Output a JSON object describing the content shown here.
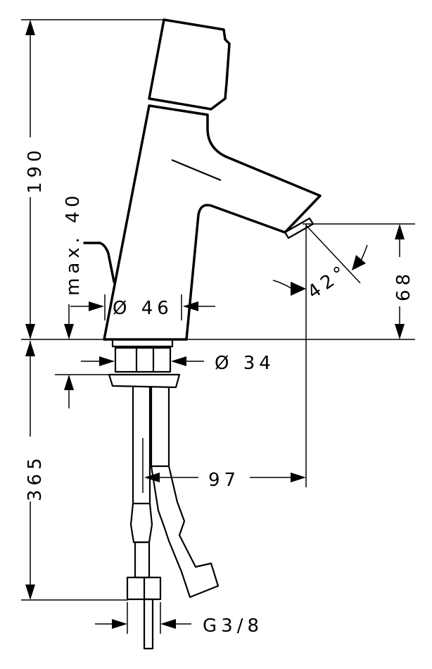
{
  "drawing": {
    "dimensions": {
      "height_total": "190",
      "height_below": "365",
      "max_thickness": "max. 40",
      "body_diameter": "Ø 46",
      "shank_diameter": "Ø 34",
      "spout_height": "68",
      "spray_angle": "42°",
      "spout_reach": "97",
      "connection_thread": "G3/8"
    },
    "colors": {
      "line": "#000000",
      "background": "#ffffff"
    }
  }
}
